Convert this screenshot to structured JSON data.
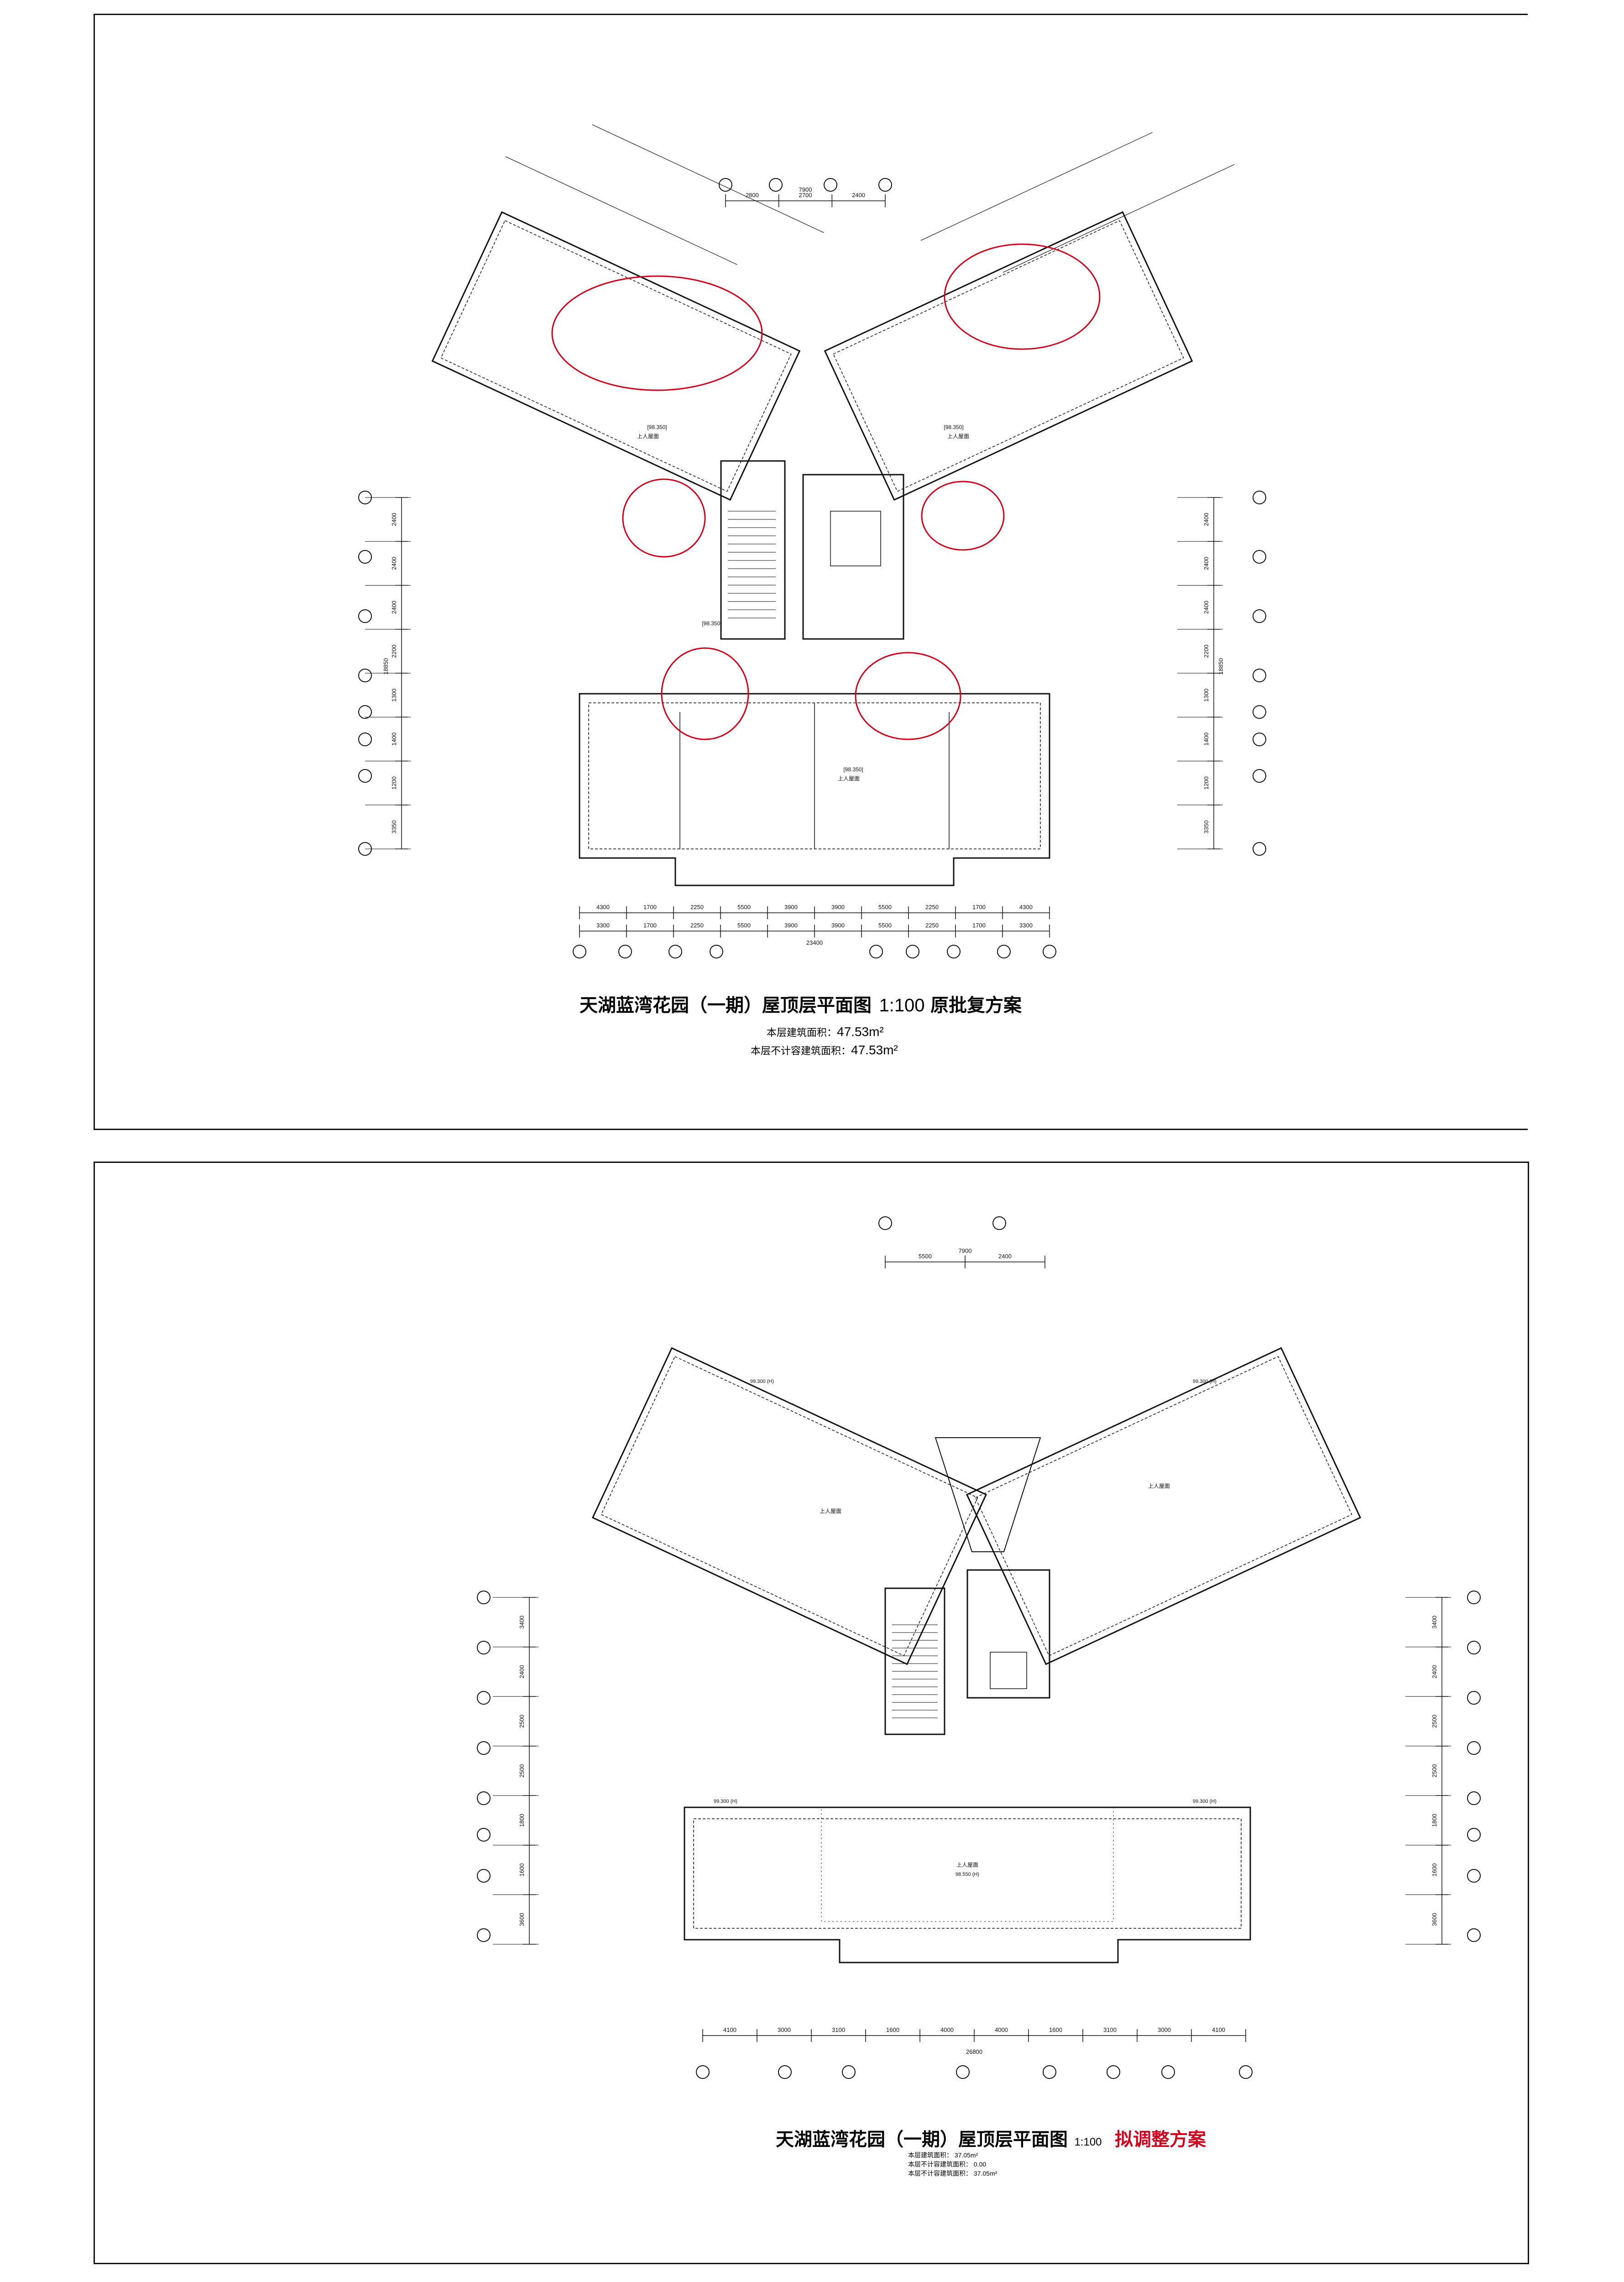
{
  "colors": {
    "line": "#111111",
    "red_mark": "#d0021b",
    "paper": "#ffffff"
  },
  "plan_a": {
    "title": "天湖蓝湾花园（一期）屋顶层平面图",
    "scale": "1:100",
    "tag": "原批复方案",
    "area_label_1": "本层建筑面积：",
    "area_value_1": "47.53m²",
    "area_label_2": "本层不计容建筑面积：",
    "area_value_2": "47.53m²",
    "top_dims": [
      "2800",
      "2700",
      "2400",
      "7900"
    ],
    "bottom_dims_1": [
      "4300",
      "1700",
      "2250",
      "5500",
      "3900",
      "3900",
      "5500",
      "2250",
      "1700",
      "4300"
    ],
    "bottom_dims_2": [
      "3300",
      "1700",
      "2250",
      "5500",
      "3900",
      "3900",
      "5500",
      "2250",
      "1700",
      "3300"
    ],
    "bottom_total": "23400",
    "left_dims": [
      "2400",
      "2400",
      "2400",
      "2200",
      "1300",
      "1400",
      "1200",
      "3350"
    ],
    "right_dims": [
      "2400",
      "2400",
      "2400",
      "2200",
      "1300",
      "1400",
      "1200",
      "3350"
    ],
    "side_total": "18850",
    "room_labels": [
      "上人屋面",
      "上人屋面",
      "上人屋面"
    ],
    "elevations": [
      "[98.350]",
      "[98.350]",
      "[98.350]",
      "[98.350]"
    ]
  },
  "plan_b": {
    "title": "天湖蓝湾花园（一期）屋顶层平面图",
    "scale": "1:100",
    "tag": "拟调整方案",
    "notes": [
      "本层建筑面积：",
      "本层不计容建筑面积：",
      "本层不计容建筑面积："
    ],
    "note_values": [
      "37.05m²",
      "0.00",
      "37.05m²"
    ],
    "top_dims": [
      "5500",
      "2400",
      "7900"
    ],
    "bottom_dims": [
      "4100",
      "3000",
      "3100",
      "1600",
      "4000",
      "4000",
      "1600",
      "3100",
      "3000",
      "4100"
    ],
    "bottom_total": "26800",
    "left_dims": [
      "3400",
      "2400",
      "2500",
      "2500",
      "1800",
      "1600",
      "3600"
    ],
    "right_dims": [
      "3400",
      "2400",
      "2500",
      "2500",
      "1800",
      "1600",
      "3600"
    ],
    "room_labels": [
      "上人屋面",
      "上人屋面",
      "上人屋面"
    ],
    "elevations": [
      "99.300 (H)",
      "99.300 (H)",
      "99.300 (H)",
      "99.300 (H)",
      "98.550 (H)"
    ]
  }
}
